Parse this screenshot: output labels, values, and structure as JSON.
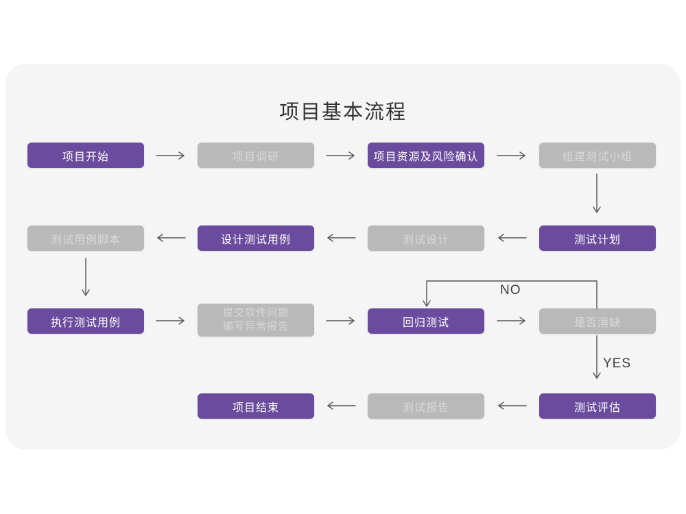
{
  "title": "项目基本流程",
  "colors": {
    "accent_purple": "#6a4b9d",
    "node_gray": "#b9b9b9",
    "gray_node_text": "#d9d9d9",
    "purple_node_text": "#ffffff",
    "arrow": "#555555",
    "card_background": "#f5f5f5",
    "title_text": "#333333"
  },
  "nodes": [
    {
      "label": "项目开始",
      "variant": "purple"
    },
    {
      "label": "项目调研",
      "variant": "gray"
    },
    {
      "label": "项目资源及风险确认",
      "variant": "purple"
    },
    {
      "label": "组建测试小组",
      "variant": "gray"
    },
    {
      "label": "测试用例脚本",
      "variant": "gray"
    },
    {
      "label": "设计测试用例",
      "variant": "purple"
    },
    {
      "label": "测试设计",
      "variant": "gray"
    },
    {
      "label": "测试计划",
      "variant": "purple"
    },
    {
      "label": "执行测试用例",
      "variant": "purple"
    },
    {
      "label": "提交软件问题\n编写异常报告",
      "variant": "gray"
    },
    {
      "label": "回归测试",
      "variant": "purple"
    },
    {
      "label": "是否消缺",
      "variant": "gray"
    },
    {
      "label": "项目结束",
      "variant": "purple"
    },
    {
      "label": "测试报告",
      "variant": "gray"
    },
    {
      "label": "测试评估",
      "variant": "purple"
    }
  ],
  "edges": {
    "no_label": "NO",
    "yes_label": "YES"
  }
}
